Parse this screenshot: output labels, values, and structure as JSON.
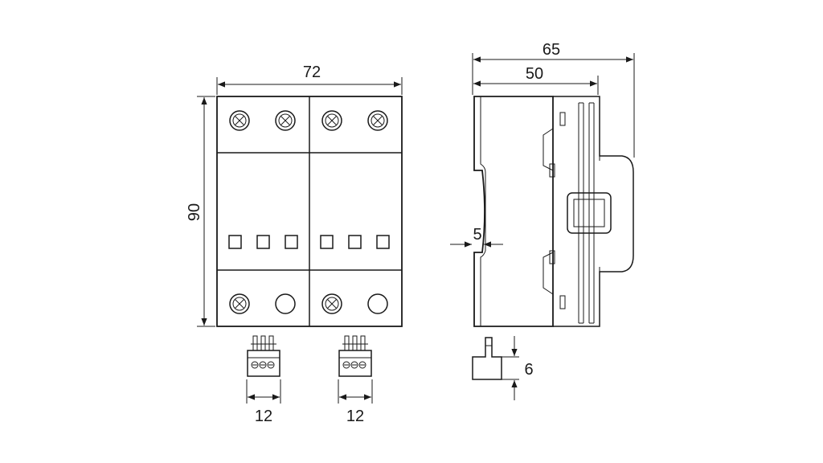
{
  "dimensions": {
    "width_front": "72",
    "height_front": "90",
    "depth_total": "65",
    "depth_body": "50",
    "rail_gap": "5",
    "connector_height": "6",
    "connector_left_width": "12",
    "connector_right_width": "12"
  },
  "colors": {
    "stroke": "#1a1a1a",
    "background": "#ffffff"
  }
}
